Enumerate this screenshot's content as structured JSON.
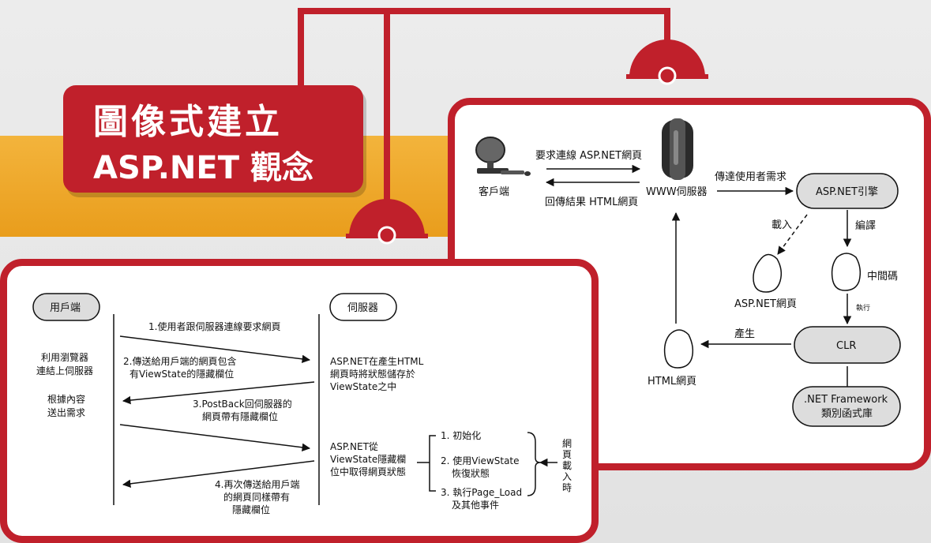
{
  "title": {
    "line1": "圖像式建立",
    "line2": "ASP.NET 觀念"
  },
  "colors": {
    "brand_red": "#c0202b",
    "accent_orange": "#f0a828"
  },
  "top_diagram": {
    "client_label": "客戶端",
    "request_label": "要求連線 ASP.NET網頁",
    "response_label": "回傳結果 HTML網頁",
    "server_label": "WWW伺服器",
    "forward_label": "傳達使用者需求",
    "engine_label": "ASP.NET引擎",
    "load_label": "載入",
    "compile_label": "編譯",
    "aspnet_page_label": "ASP.NET網頁",
    "intermediate_label": "中間碼",
    "execute_label": "執行",
    "generate_label": "產生",
    "clr_label": "CLR",
    "html_page_label": "HTML網頁",
    "framework_line1": ".NET Framework",
    "framework_line2": "類別函式庫"
  },
  "bottom_diagram": {
    "user_header": "用戶端",
    "server_header": "伺服器",
    "left_notes": [
      {
        "line1": "利用瀏覽器",
        "line2": "連結上伺服器"
      },
      {
        "line1": "根據內容",
        "line2": "送出需求"
      }
    ],
    "msg1": "1.使用者跟伺服器連線要求網頁",
    "msg2_line1": "2.傳送給用戶端的網頁包含",
    "msg2_line2": "有ViewState的隱藏欄位",
    "msg3_line1": "3.PostBack回伺服器的",
    "msg3_line2": "網頁帶有隱藏欄位",
    "msg4_line1": "4.再次傳送給用戶端",
    "msg4_line2": "的網頁同樣帶有",
    "msg4_line3": "隱藏欄位",
    "server_note1_line1": "ASP.NET在產生HTML",
    "server_note1_line2": "網頁時將狀態儲存於",
    "server_note1_line3": "ViewState之中",
    "server_note2_line1": "ASP.NET從",
    "server_note2_line2": "ViewState隱藏欄",
    "server_note2_line3": "位中取得網頁狀態",
    "step1": "1. 初始化",
    "step2_line1": "2. 使用ViewState",
    "step2_line2": "恢復狀態",
    "step3_line1": "3. 執行Page_Load",
    "step3_line2": "及其他事件",
    "load_time": [
      "網",
      "頁",
      "載",
      "入",
      "時"
    ]
  }
}
